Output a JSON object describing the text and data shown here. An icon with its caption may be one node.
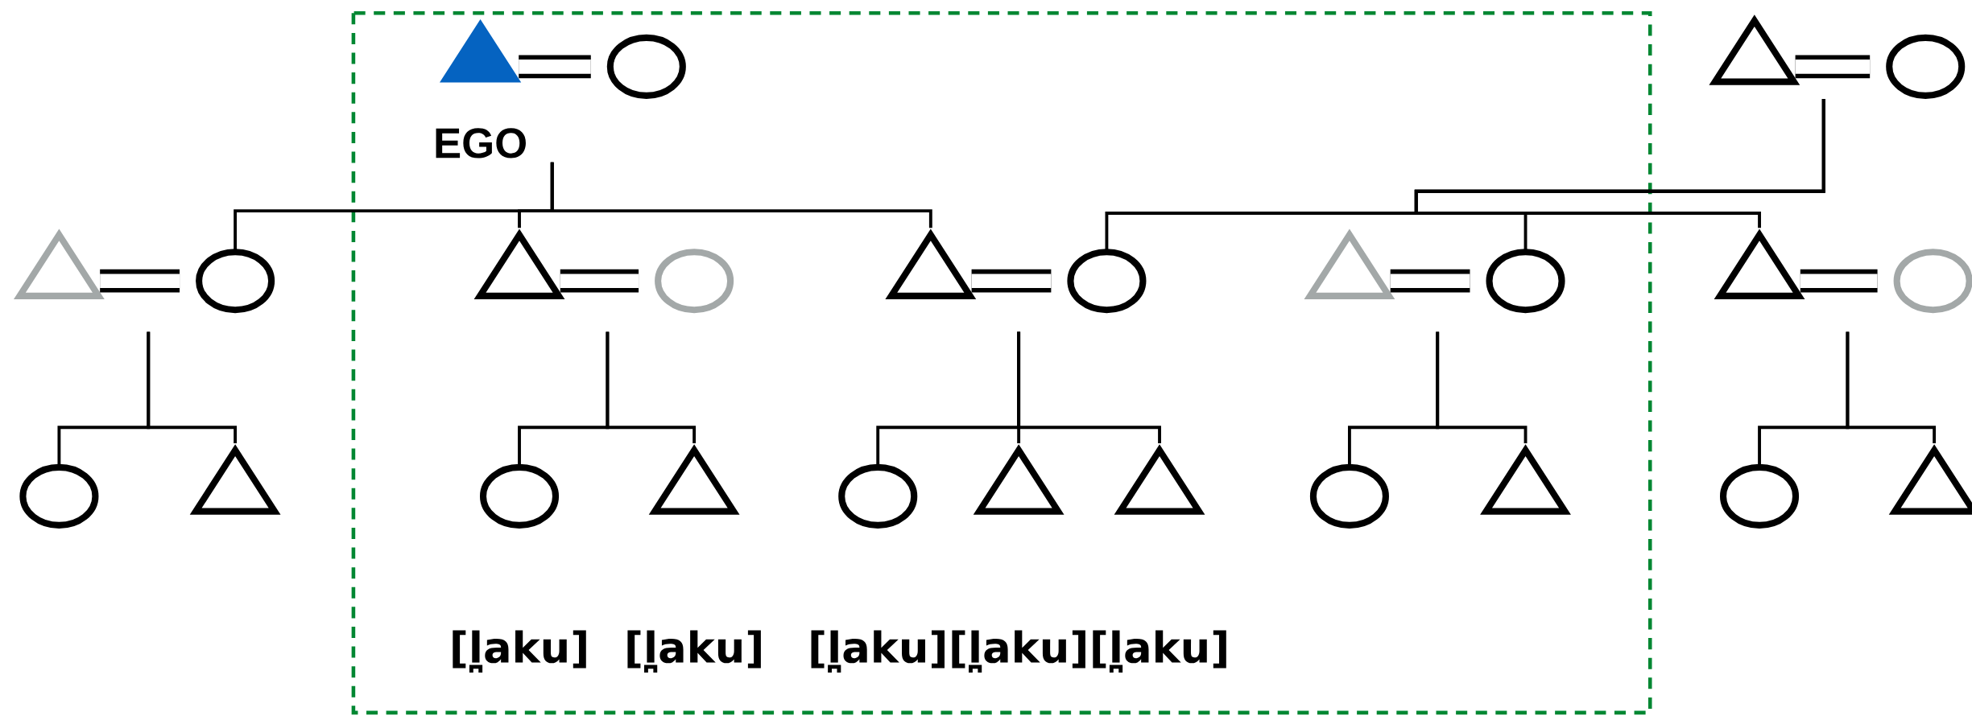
{
  "diagram": {
    "nodes": [
      {
        "text": [],
        "shape": "triangle",
        "beside": [
          "EGO"
        ]
      },
      {
        "text": [],
        "shape": "circle"
      },
      {
        "text": [],
        "shape": "triangle"
      },
      {
        "text": [],
        "shape": "circle"
      },
      {
        "text": [],
        "shape": "triangle"
      },
      {
        "text": [],
        "shape": "circle"
      },
      {
        "text": [],
        "shape": "triangle"
      },
      {
        "text": [],
        "shape": "circle"
      },
      {
        "text": [],
        "shape": "triangle"
      },
      {
        "text": [],
        "shape": "circle"
      },
      {
        "text": [],
        "shape": "triangle"
      },
      {
        "text": [],
        "shape": "circle"
      },
      {
        "text": [],
        "shape": "triangle"
      },
      {
        "text": [],
        "shape": "circle"
      },
      {
        "text": [],
        "shape": "circle"
      },
      {
        "text": [],
        "shape": "triangle"
      },
      {
        "text": [],
        "shape": "circle",
        "beside": [
          "[l̪aku]"
        ]
      },
      {
        "text": [],
        "shape": "triangle",
        "beside": [
          "[l̪aku]"
        ]
      },
      {
        "text": [],
        "shape": "circle",
        "beside": [
          "[l̪aku]"
        ]
      },
      {
        "text": [],
        "shape": "triangle",
        "beside": [
          "[l̪aku]"
        ]
      },
      {
        "text": [],
        "shape": "triangle",
        "beside": [
          "[l̪aku]"
        ]
      },
      {
        "text": [],
        "shape": "circle"
      },
      {
        "text": [],
        "shape": "triangle"
      },
      {
        "text": [],
        "shape": "circle"
      },
      {
        "text": [],
        "shape": "triangle"
      }
    ],
    "edges": [
      {
        "from": 0,
        "to": 1,
        "arrow": "none",
        "style": "thick"
      },
      {
        "from": 2,
        "to": 3,
        "arrow": "none",
        "style": "thick"
      },
      {
        "from": 4,
        "to": 5,
        "arrow": "none",
        "style": "thick"
      },
      {
        "from": 6,
        "to": 7,
        "arrow": "none",
        "style": "thick"
      },
      {
        "from": 8,
        "to": 9,
        "arrow": "none",
        "style": "thick"
      },
      {
        "from": 10,
        "to": 11,
        "arrow": "none",
        "style": "thick"
      },
      {
        "from": 12,
        "to": 13,
        "arrow": "none",
        "style": "thick"
      },
      {
        "from": 0,
        "to": 5,
        "arrow": "none"
      },
      {
        "from": 0,
        "to": 6,
        "arrow": "none"
      },
      {
        "from": 0,
        "to": 8,
        "arrow": "none"
      },
      {
        "from": 2,
        "to": 9,
        "arrow": "none"
      },
      {
        "from": 2,
        "to": 11,
        "arrow": "none"
      },
      {
        "from": 2,
        "to": 12,
        "arrow": "none"
      },
      {
        "from": 4,
        "to": 14,
        "arrow": "none"
      },
      {
        "from": 4,
        "to": 15,
        "arrow": "none"
      },
      {
        "from": 6,
        "to": 16,
        "arrow": "none"
      },
      {
        "from": 6,
        "to": 17,
        "arrow": "none"
      },
      {
        "from": 8,
        "to": 18,
        "arrow": "none"
      },
      {
        "from": 8,
        "to": 19,
        "arrow": "none"
      },
      {
        "from": 8,
        "to": 20,
        "arrow": "none"
      },
      {
        "from": 10,
        "to": 21,
        "arrow": "none"
      },
      {
        "from": 10,
        "to": 22,
        "arrow": "none"
      },
      {
        "from": 12,
        "to": 23,
        "arrow": "none"
      },
      {
        "from": 12,
        "to": 24,
        "arrow": "none"
      }
    ]
  }
}
